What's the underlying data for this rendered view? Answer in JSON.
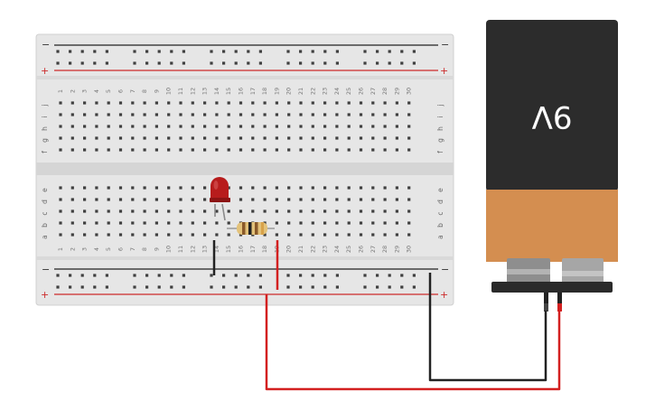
{
  "breadboard": {
    "columns": 30,
    "top_rows": [
      "j",
      "i",
      "h",
      "g",
      "f"
    ],
    "bottom_rows": [
      "e",
      "d",
      "c",
      "b",
      "a"
    ],
    "rail_minus": "−",
    "rail_plus": "+",
    "colors": {
      "board": "#e6e6e6",
      "rail_red": "#cc2b2b",
      "rail_black": "#222222"
    }
  },
  "battery": {
    "label": "9V",
    "colors": {
      "body": "#2c2c2c",
      "cap": "#d48e50",
      "terminal": "#9a9a9a"
    }
  },
  "components": {
    "led": {
      "color": "#b71c1c",
      "legs_at_column": [
        13,
        14
      ]
    },
    "resistor": {
      "colors": [
        "#8a5a2a",
        "#222222",
        "#d8a24a"
      ]
    }
  },
  "wires": [
    {
      "name": "ground-jumper",
      "color": "#222222"
    },
    {
      "name": "power-jumper",
      "color": "#d32020"
    },
    {
      "name": "battery-negative-lead",
      "color": "#222222"
    },
    {
      "name": "battery-positive-lead",
      "color": "#d32020"
    }
  ]
}
